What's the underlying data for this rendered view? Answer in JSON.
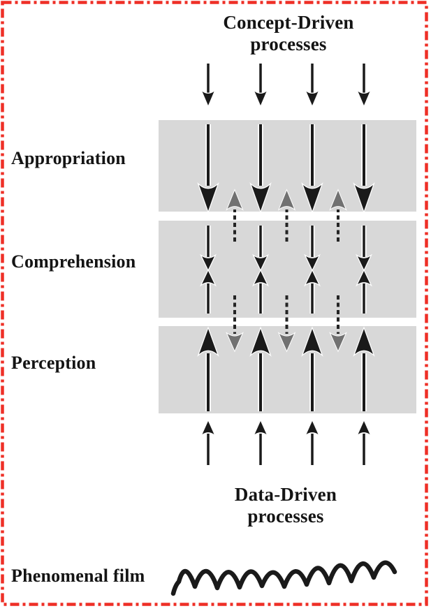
{
  "page": {
    "background": "#ffffff",
    "border_color": "#ee2f26",
    "border_style": "dash-dot"
  },
  "diagram": {
    "top_process": {
      "line1": "Concept-Driven",
      "line2": "processes"
    },
    "bottom_process": {
      "line1": "Data-Driven",
      "line2": "processes"
    },
    "levels": [
      {
        "label": "Appropriation"
      },
      {
        "label": "Comprehension"
      },
      {
        "label": "Perception"
      }
    ],
    "phenomenal_label": "Phenomenal film",
    "colors": {
      "level_bg": "#d8d8d8",
      "solid_arrow": "#1a1a1a",
      "dashed_arrow_head": "#717171",
      "dashed_arrow_shaft": "#242424",
      "text": "#141414",
      "wave": "#1a1a1a"
    },
    "arrow_sets": [
      {
        "name": "concept-driven-input-arrows",
        "style": "solid",
        "direction": "down",
        "count": 4
      },
      {
        "name": "appropriation-arrows",
        "style": "solid",
        "direction": "down",
        "count": 4
      },
      {
        "name": "comprehension-top-down-arrows",
        "style": "solid",
        "direction": "down",
        "count": 4
      },
      {
        "name": "comprehension-bottom-up-arrows",
        "style": "solid",
        "direction": "up",
        "count": 4
      },
      {
        "name": "perception-arrows",
        "style": "solid",
        "direction": "up",
        "count": 4
      },
      {
        "name": "data-driven-input-arrows",
        "style": "solid",
        "direction": "up",
        "count": 4
      },
      {
        "name": "feedback-up-dashed-arrows",
        "style": "dashed",
        "direction": "up",
        "count": 3
      },
      {
        "name": "feedforward-down-dashed-arrows",
        "style": "dashed",
        "direction": "down",
        "count": 3
      }
    ]
  }
}
